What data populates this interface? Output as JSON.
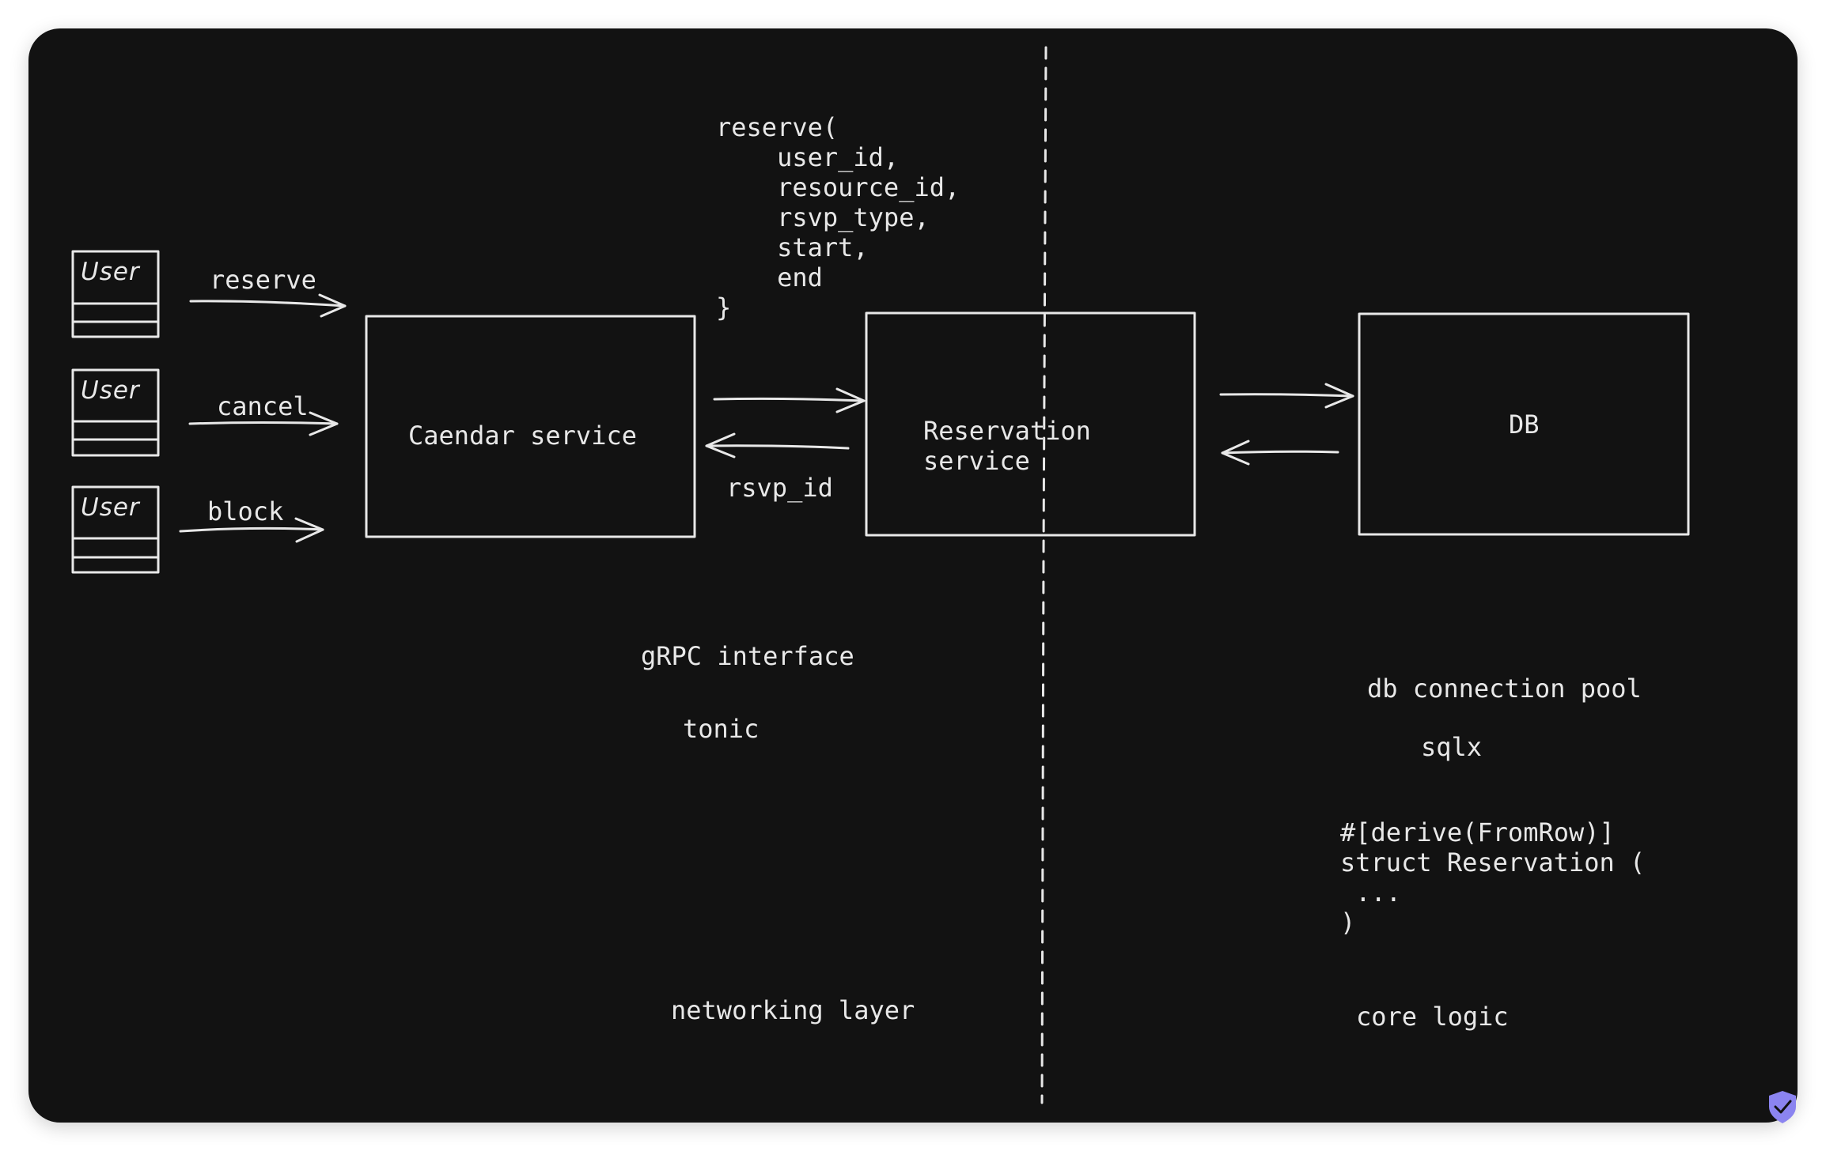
{
  "users": [
    {
      "label": "User"
    },
    {
      "label": "User"
    },
    {
      "label": "User"
    }
  ],
  "actions": {
    "reserve": "reserve",
    "cancel": "cancel",
    "block": "block"
  },
  "boxes": {
    "calendar": "Caendar service",
    "reservation": "Reservation\nservice",
    "db": "DB"
  },
  "call_signature": "reserve(\n    user_id,\n    resource_id,\n    rsvp_type,\n    start,\n    end\n}",
  "return_label": "rsvp_id",
  "left_notes": {
    "grpc": "gRPC interface",
    "tonic": "tonic",
    "layer": "networking layer"
  },
  "right_notes": {
    "pool": "db connection pool",
    "sqlx": "sqlx",
    "struct": "#[derive(FromRow)]\nstruct Reservation (\n ...\n)",
    "layer": "core logic"
  },
  "colors": {
    "background": "#121212",
    "stroke": "#e8e8e8",
    "shield": "#8b84f0"
  },
  "icons": [
    "shield-check-icon"
  ]
}
